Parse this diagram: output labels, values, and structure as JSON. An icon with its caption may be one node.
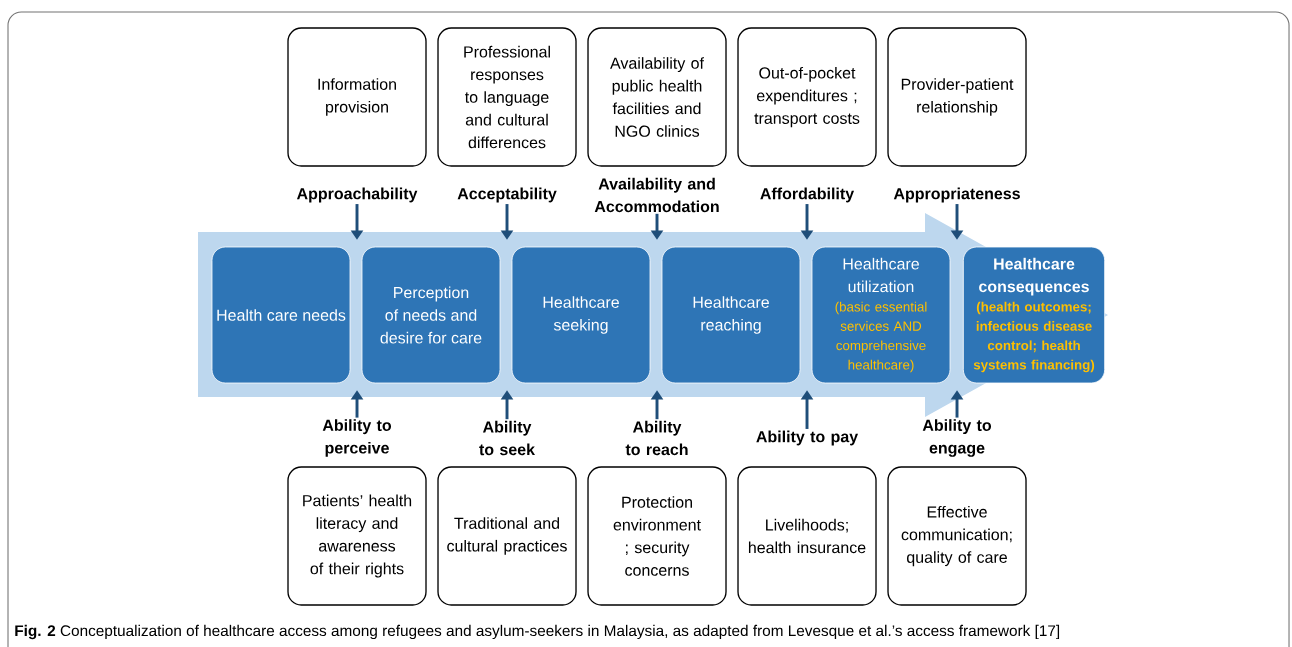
{
  "diagram": {
    "caption": "**Fig. 2** Conceptualization of healthcare access among refugees and asylum-seekers in Malaysia, as adapted from Levesque et al.’s access framework [17]",
    "nodes": [
      {
        "text": [
          "Information provision"
        ]
      },
      {
        "text": [
          "Professional responses to language and cultural differences"
        ]
      },
      {
        "text": [
          "Availability of public health facilities and NGO clinics"
        ]
      },
      {
        "text": [
          "Out-of-pocket expenditures ; transport costs"
        ]
      },
      {
        "text": [
          "Provider-patient relationship"
        ]
      },
      {
        "text": [
          "Approachability"
        ]
      },
      {
        "text": [
          "Acceptability"
        ]
      },
      {
        "text": [
          "Availability and Accommodation"
        ]
      },
      {
        "text": [
          "Affordability"
        ]
      },
      {
        "text": [
          "Appropriateness"
        ]
      },
      {
        "text": [],
        "shape": "arrow"
      },
      {
        "text": [
          "Health care needs"
        ],
        "in": 10
      },
      {
        "text": [
          "Perception of needs and desire for care"
        ],
        "in": 10
      },
      {
        "text": [
          "Healthcare seeking"
        ],
        "in": 10
      },
      {
        "text": [
          "Healthcare reaching"
        ],
        "in": 10
      },
      {
        "text": [
          "Healthcare utilization",
          "(basic essential services AND comprehensive healthcare)"
        ],
        "in": 10
      },
      {
        "text": [
          "Healthcare consequences",
          "(health outcomes; infectious disease control; health systems financing)"
        ],
        "in": 10
      },
      {
        "text": [
          "Ability to perceive"
        ]
      },
      {
        "text": [
          "Ability to seek"
        ]
      },
      {
        "text": [
          "Ability to reach"
        ]
      },
      {
        "text": [
          "Ability to pay"
        ]
      },
      {
        "text": [
          "Ability to engage"
        ]
      },
      {
        "text": [
          "Patients’ health literacy and awareness of their rights"
        ]
      },
      {
        "text": [
          "Traditional and cultural practices"
        ]
      },
      {
        "text": [
          "Protection environment ; security concerns"
        ]
      },
      {
        "text": [
          "Livelihoods; health insurance"
        ]
      },
      {
        "text": [
          "Effective communication; quality of care"
        ]
      }
    ],
    "edges": [
      {
        "from": 5,
        "to": 10,
        "arrow": "to"
      },
      {
        "from": 6,
        "to": 10,
        "arrow": "to"
      },
      {
        "from": 7,
        "to": 10,
        "arrow": "to"
      },
      {
        "from": 8,
        "to": 10,
        "arrow": "to"
      },
      {
        "from": 9,
        "to": 10,
        "arrow": "to"
      },
      {
        "from": 17,
        "to": 10,
        "arrow": "to"
      },
      {
        "from": 18,
        "to": 10,
        "arrow": "to"
      },
      {
        "from": 19,
        "to": 10,
        "arrow": "to"
      },
      {
        "from": 20,
        "to": 10,
        "arrow": "to"
      },
      {
        "from": 21,
        "to": 10,
        "arrow": "to"
      }
    ]
  }
}
